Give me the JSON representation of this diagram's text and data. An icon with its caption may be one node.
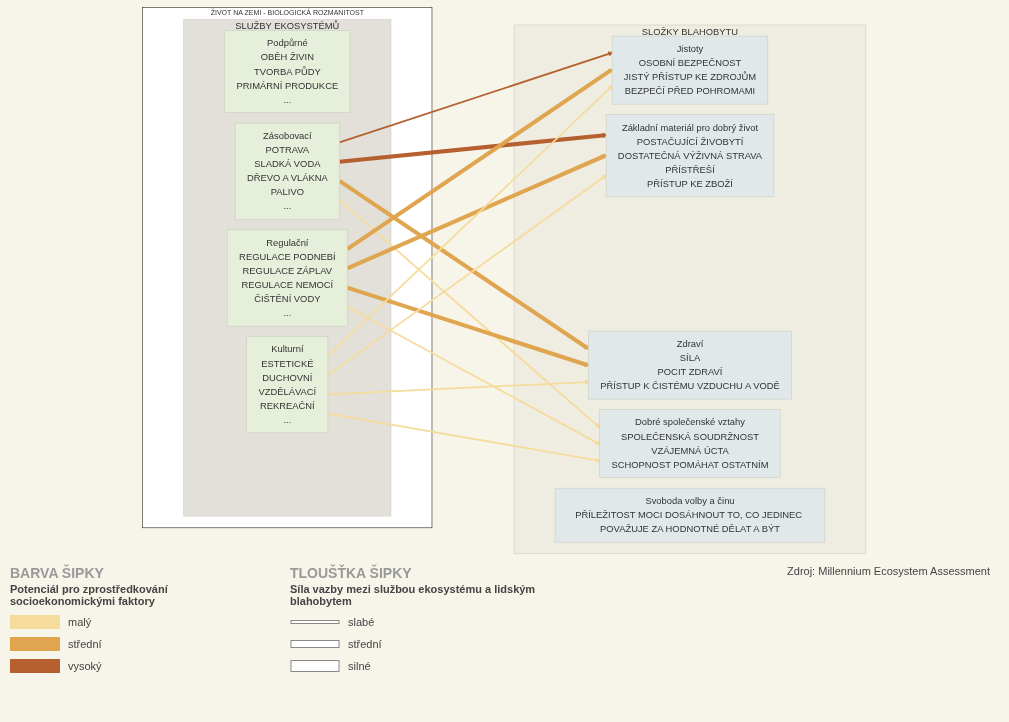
{
  "diagram": {
    "nodes": [
      {
        "text": [
          "ŽIVOT NA ZEMI - BIOLOGICKÁ ROZMANITOST"
        ]
      },
      {
        "text": [
          "SLUŽBY EKOSYSTÉMŮ"
        ],
        "in": 0
      },
      {
        "text": [
          "Podpůrné",
          "OBĚH ŽIVIN",
          "TVORBA PŮDY",
          "PRIMÁRNÍ PRODUKCE",
          "..."
        ],
        "in": 1
      },
      {
        "text": [
          "Zásobovací",
          "POTRAVA",
          "SLADKÁ VODA",
          "DŘEVO A VLÁKNA",
          "PALIVO",
          "..."
        ],
        "in": 1
      },
      {
        "text": [
          "Regulační",
          "REGULACE PODNEBÍ",
          "REGULACE ZÁPLAV",
          "REGULACE NEMOCÍ",
          "ČIŠTĚNÍ VODY",
          "..."
        ],
        "in": 1
      },
      {
        "text": [
          "Kulturní",
          "ESTETICKÉ",
          "DUCHOVNÍ",
          "VZDĚLÁVACÍ",
          "REKREAČNÍ",
          "..."
        ],
        "in": 1
      },
      {
        "text": [
          "SLOŽKY BLAHOBYTU"
        ]
      },
      {
        "text": [
          "Jistoty",
          "OSOBNÍ BEZPEČNOST",
          "JISTÝ PŘÍSTUP KE ZDROJŮM",
          "BEZPEČÍ PŘED POHROMAMI"
        ],
        "in": 6
      },
      {
        "text": [
          "Základní materiál pro dobrý život",
          "POSTAČUJÍCÍ ŽIVOBYTÍ",
          "DOSTATEČNÁ VÝŽIVNÁ STRAVA",
          "PŘÍSTŘEŠÍ",
          "PŘÍSTUP KE ZBOŽÍ"
        ],
        "in": 6
      },
      {
        "text": [
          "Zdraví",
          "SÍLA",
          "POCIT ZDRAVÍ",
          "PŘÍSTUP K ČISTÉMU VZDUCHU A VODĚ"
        ],
        "in": 6
      },
      {
        "text": [
          "Dobré společenské vztahy",
          "SPOLEČENSKÁ SOUDRŽNOST",
          "VZÁJEMNÁ ÚCTA",
          "SCHOPNOST POMÁHAT OSTATNÍM"
        ],
        "in": 6
      },
      {
        "text": [
          "Svoboda volby a činu",
          "PŘÍLEŽITOST MOCI DOSÁHNOUT TO, CO JEDINEC POVAŽUJE ZA HODNOTNÉ DĚLAT A BÝT"
        ],
        "in": 6
      }
    ],
    "edges": [
      {
        "from": 3,
        "to": 7,
        "arrow": "to",
        "color": "#b5602e"
      },
      {
        "from": 3,
        "to": 8,
        "arrow": "to",
        "style": "thick",
        "color": "#b5602e"
      },
      {
        "from": 3,
        "to": 9,
        "arrow": "to",
        "style": "thick",
        "color": "#e0a64f"
      },
      {
        "from": 3,
        "to": 10,
        "arrow": "to"
      },
      {
        "from": 4,
        "to": 7,
        "arrow": "to",
        "style": "thick",
        "color": "#e0a64f"
      },
      {
        "from": 4,
        "to": 8,
        "arrow": "to",
        "style": "thick",
        "color": "#e0a64f"
      },
      {
        "from": 4,
        "to": 9,
        "arrow": "to",
        "style": "thick",
        "color": "#e0a64f"
      },
      {
        "from": 4,
        "to": 10,
        "arrow": "to"
      },
      {
        "from": 5,
        "to": 7,
        "arrow": "to"
      },
      {
        "from": 5,
        "to": 8,
        "arrow": "to"
      },
      {
        "from": 5,
        "to": 9,
        "arrow": "to"
      },
      {
        "from": 5,
        "to": 10,
        "arrow": "to"
      }
    ],
    "labels": [
      "BARVA ŠIPKY",
      "Potenciál pro zprostředkování socioekonomickými faktory",
      "TLOUŠŤKA ŠIPKY",
      "Síla vazby mezi službou ekosystému a lidským blahobytem",
      "Zdroj: Millennium Ecosystem Assessment"
    ],
    "legend": [
      {
        "text": "malý",
        "color": "#f5dc9c"
      },
      {
        "text": "střední",
        "color": "#e0a64f"
      },
      {
        "text": "vysoký",
        "color": "#b5602e"
      },
      {
        "text": "slabé"
      },
      {
        "text": "střední"
      },
      {
        "text": "silné"
      }
    ]
  }
}
